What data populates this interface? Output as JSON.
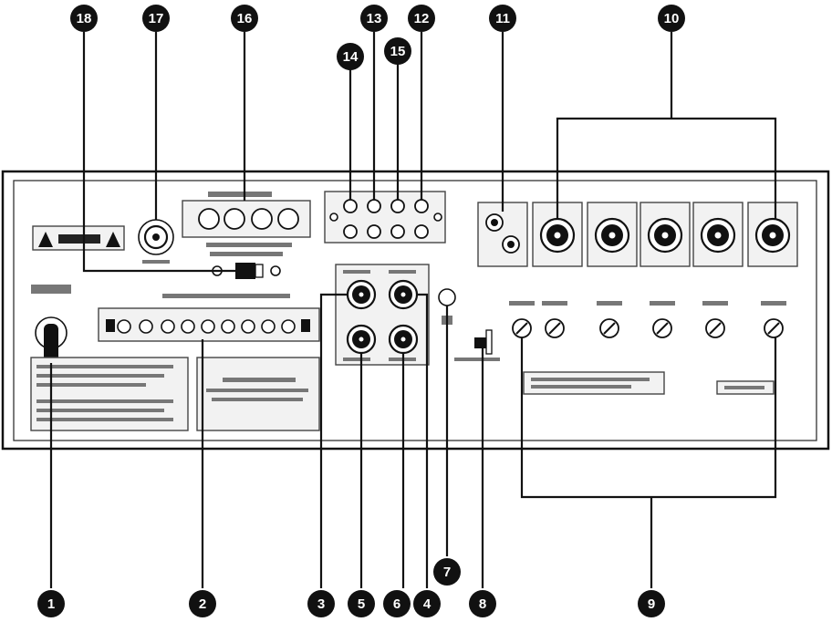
{
  "callouts": [
    {
      "id": "c1",
      "text": "1"
    },
    {
      "id": "c2",
      "text": "2"
    },
    {
      "id": "c3",
      "text": "3"
    },
    {
      "id": "c4",
      "text": "4"
    },
    {
      "id": "c5",
      "text": "5"
    },
    {
      "id": "c6",
      "text": "6"
    },
    {
      "id": "c7",
      "text": "7"
    },
    {
      "id": "c8",
      "text": "8"
    },
    {
      "id": "c9",
      "text": "9"
    },
    {
      "id": "c10",
      "text": "10"
    },
    {
      "id": "c11",
      "text": "11"
    },
    {
      "id": "c12",
      "text": "12"
    },
    {
      "id": "c13",
      "text": "13"
    },
    {
      "id": "c14",
      "text": "14"
    },
    {
      "id": "c15",
      "text": "15"
    },
    {
      "id": "c16",
      "text": "16"
    },
    {
      "id": "c17",
      "text": "17"
    },
    {
      "id": "c18",
      "text": "18"
    }
  ],
  "colors": {
    "ink": "#111111",
    "panel_fill": "#ffffff",
    "print": "#777777"
  }
}
